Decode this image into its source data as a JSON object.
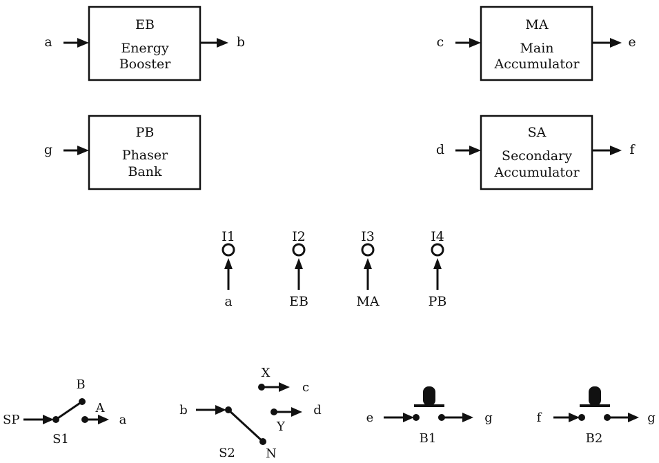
{
  "blocks": {
    "eb": {
      "code": "EB",
      "line1": "Energy",
      "line2": "Booster",
      "input": "a",
      "output": "b"
    },
    "ma": {
      "code": "MA",
      "line1": "Main",
      "line2": "Accumulator",
      "input": "c",
      "output": "e"
    },
    "pb": {
      "code": "PB",
      "line1": "Phaser",
      "line2": "Bank",
      "input": "g"
    },
    "sa": {
      "code": "SA",
      "line1": "Secondary",
      "line2": "Accumulator",
      "input": "d",
      "output": "f"
    }
  },
  "indicators": [
    {
      "label": "I1",
      "source": "a"
    },
    {
      "label": "I2",
      "source": "EB"
    },
    {
      "label": "I3",
      "source": "MA"
    },
    {
      "label": "I4",
      "source": "PB"
    }
  ],
  "switches": {
    "s1": {
      "name": "S1",
      "input": "SP",
      "pos_b": "B",
      "pos_a": "A",
      "output_a": "a"
    },
    "s2": {
      "name": "S2",
      "input": "b",
      "pos_x": "X",
      "output_x": "c",
      "pos_y": "Y",
      "output_y": "d",
      "pos_n": "N"
    }
  },
  "buttons": {
    "b1": {
      "name": "B1",
      "input": "e",
      "output": "g"
    },
    "b2": {
      "name": "B2",
      "input": "f",
      "output": "g"
    }
  }
}
